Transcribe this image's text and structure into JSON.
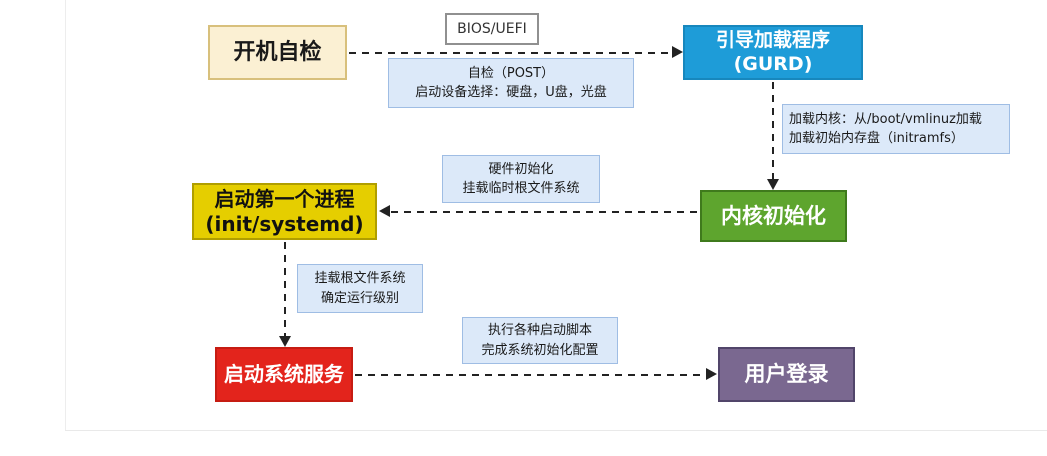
{
  "diagram": {
    "description": "Linux boot process flowchart",
    "nodes": {
      "power_on_self_test": {
        "line1": "开机自检"
      },
      "bootloader": {
        "line1": "引导加载程序",
        "line2": "(GURD)"
      },
      "kernel_init": {
        "line1": "内核初始化"
      },
      "first_process": {
        "line1": "启动第一个进程",
        "line2": "(init/systemd)"
      },
      "start_services": {
        "line1": "启动系统服务"
      },
      "user_login": {
        "line1": "用户登录"
      }
    },
    "labels": {
      "bios_uefi": "BIOS/UEFI"
    },
    "annotations": {
      "post_note": {
        "line1": "自检（POST）",
        "line2": "启动设备选择：硬盘，U盘，光盘"
      },
      "kernel_load_note": {
        "line1": "加载内核：从/boot/vmlinuz加载",
        "line2": "加载初始内存盘（initramfs）"
      },
      "hw_init_note": {
        "line1": "硬件初始化",
        "line2": "挂载临时根文件系统"
      },
      "mount_root_note": {
        "line1": "挂载根文件系统",
        "line2": "确定运行级别"
      },
      "scripts_note": {
        "line1": "执行各种启动脚本",
        "line2": "完成系统初始化配置"
      }
    },
    "colors": {
      "cream_fill": "#FBF0D3",
      "cream_border": "#D8C07C",
      "blue_fill": "#1E9CD8",
      "blue_border": "#1787BD",
      "green_fill": "#5EA52E",
      "green_border": "#3F7A1C",
      "yellow_fill": "#E5CE00",
      "yellow_border": "#B09E00",
      "red_fill": "#E3241C",
      "red_border": "#C61C12",
      "purple_fill": "#7A6890",
      "purple_border": "#51456A",
      "note_fill": "#DCE9F9",
      "note_border": "#9FBDE4",
      "label_fill": "#FFFFFF",
      "label_border": "#909090",
      "connector": "#222222"
    }
  }
}
